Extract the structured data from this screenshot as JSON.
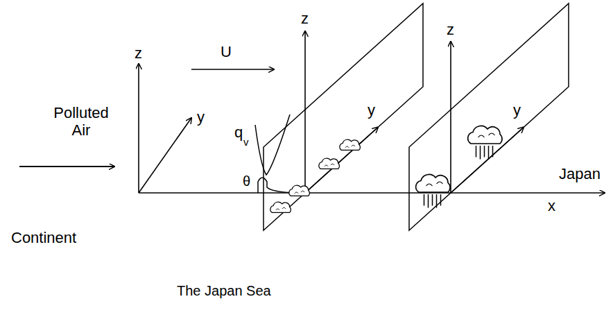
{
  "diagram": {
    "labels": [
      "Polluted Air",
      "Continent",
      "The Japan Sea",
      "Japan",
      "U",
      "z",
      "y",
      "z",
      "y",
      "z",
      "y",
      "x",
      "q",
      "v",
      "θ"
    ]
  }
}
